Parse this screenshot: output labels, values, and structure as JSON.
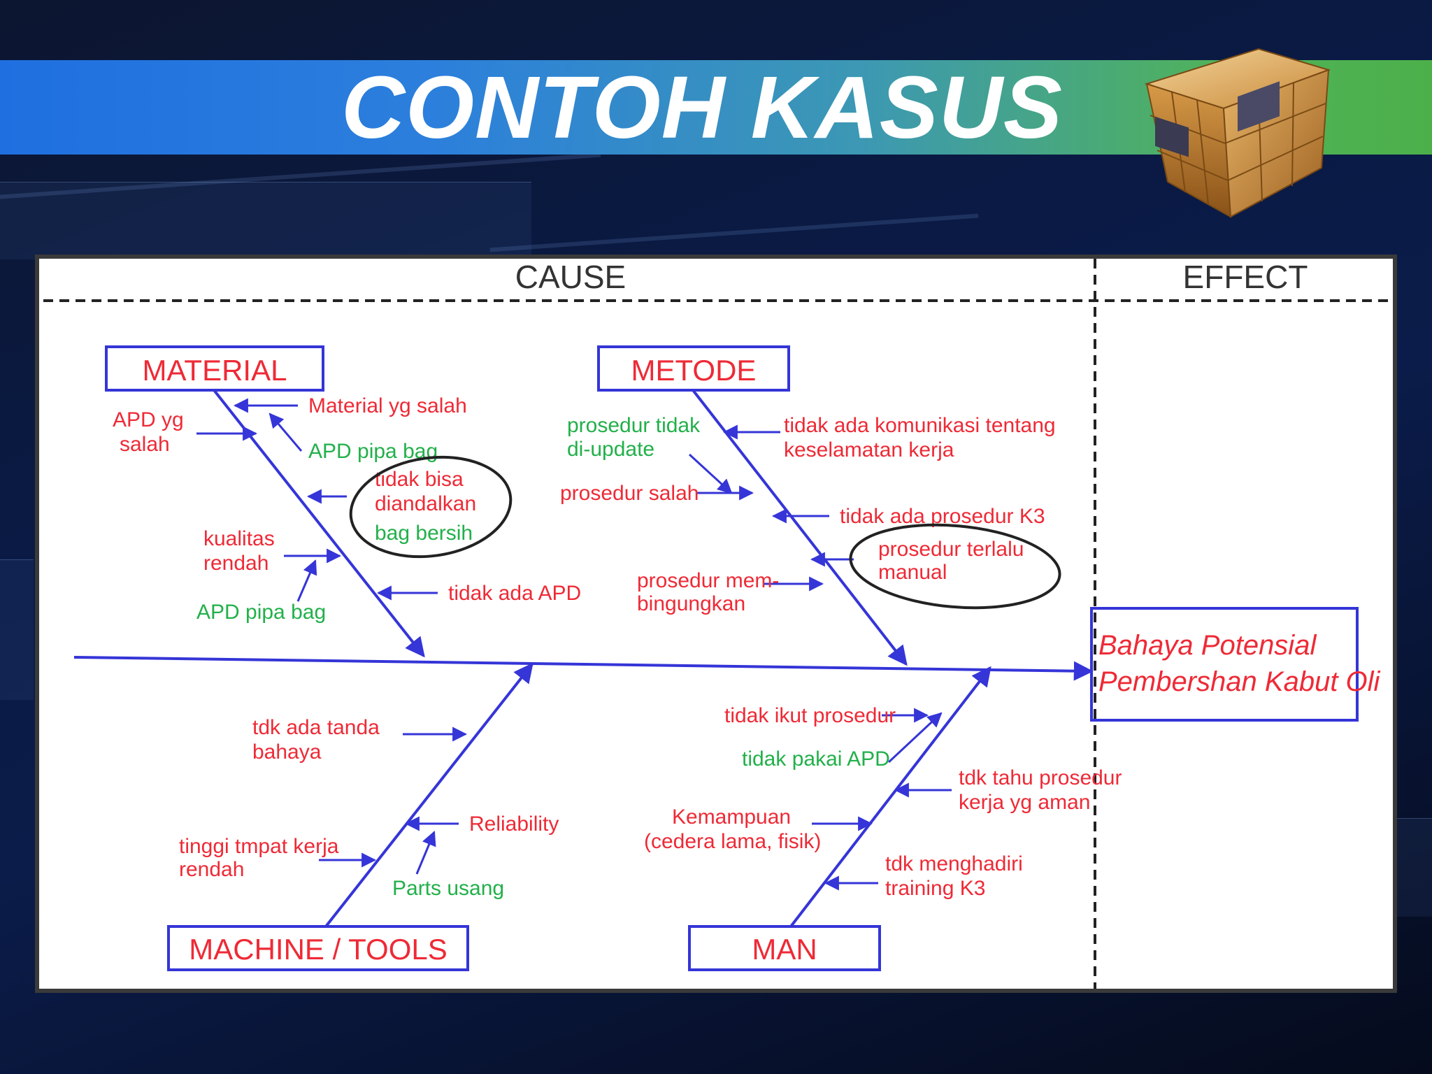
{
  "slide": {
    "title": "CONTOH KASUS"
  },
  "diagram": {
    "header": {
      "cause": "CAUSE",
      "effect": "EFFECT"
    },
    "effect_box": {
      "line1": "Bahaya Potensial",
      "line2": "Pembershan Kabut Oli"
    },
    "categories": {
      "material": "MATERIAL",
      "metode": "METODE",
      "machine": "MACHINE / TOOLS",
      "man": "MAN"
    },
    "material_causes": {
      "material_yg_salah": "Material yg salah",
      "apd_yg_salah_1": "APD yg",
      "apd_yg_salah_2": "salah",
      "apd_pipa_bag_1": "APD pipa bag",
      "tidak_bisa_1": "tidak bisa",
      "tidak_bisa_2": "diandalkan",
      "bag_bersih": "bag bersih",
      "kualitas_1": "kualitas",
      "kualitas_2": "rendah",
      "apd_pipa_bag_2": "APD pipa bag",
      "tidak_ada_apd": "tidak ada APD"
    },
    "metode_causes": {
      "prosedur_tidak_1": "prosedur tidak",
      "prosedur_tidak_2": "di-update",
      "komunikasi_1": "tidak ada komunikasi tentang",
      "komunikasi_2": "keselamatan kerja",
      "prosedur_salah": "prosedur salah",
      "tidak_ada_k3": "tidak ada prosedur K3",
      "terlalu_manual_1": "prosedur terlalu",
      "terlalu_manual_2": "manual",
      "membingungkan_1": "prosedur mem-",
      "membingungkan_2": "bingungkan"
    },
    "machine_causes": {
      "tanda_1": "tdk ada tanda",
      "tanda_2": "bahaya",
      "reliability": "Reliability",
      "tinggi_1": "tinggi tmpat kerja",
      "tinggi_2": "rendah",
      "parts_usang": "Parts usang"
    },
    "man_causes": {
      "tidak_ikut": "tidak ikut prosedur",
      "tidak_pakai": "tidak pakai APD",
      "tahu_1": "tdk tahu prosedur",
      "tahu_2": "kerja yg aman",
      "kemampuan_1": "Kemampuan",
      "kemampuan_2": "(cedera lama, fisik)",
      "training_1": "tdk menghadiri",
      "training_2": "training K3"
    },
    "colors": {
      "blue": "#3535d8",
      "red": "#ee2a36",
      "green": "#22b04a",
      "black": "#222222"
    }
  }
}
